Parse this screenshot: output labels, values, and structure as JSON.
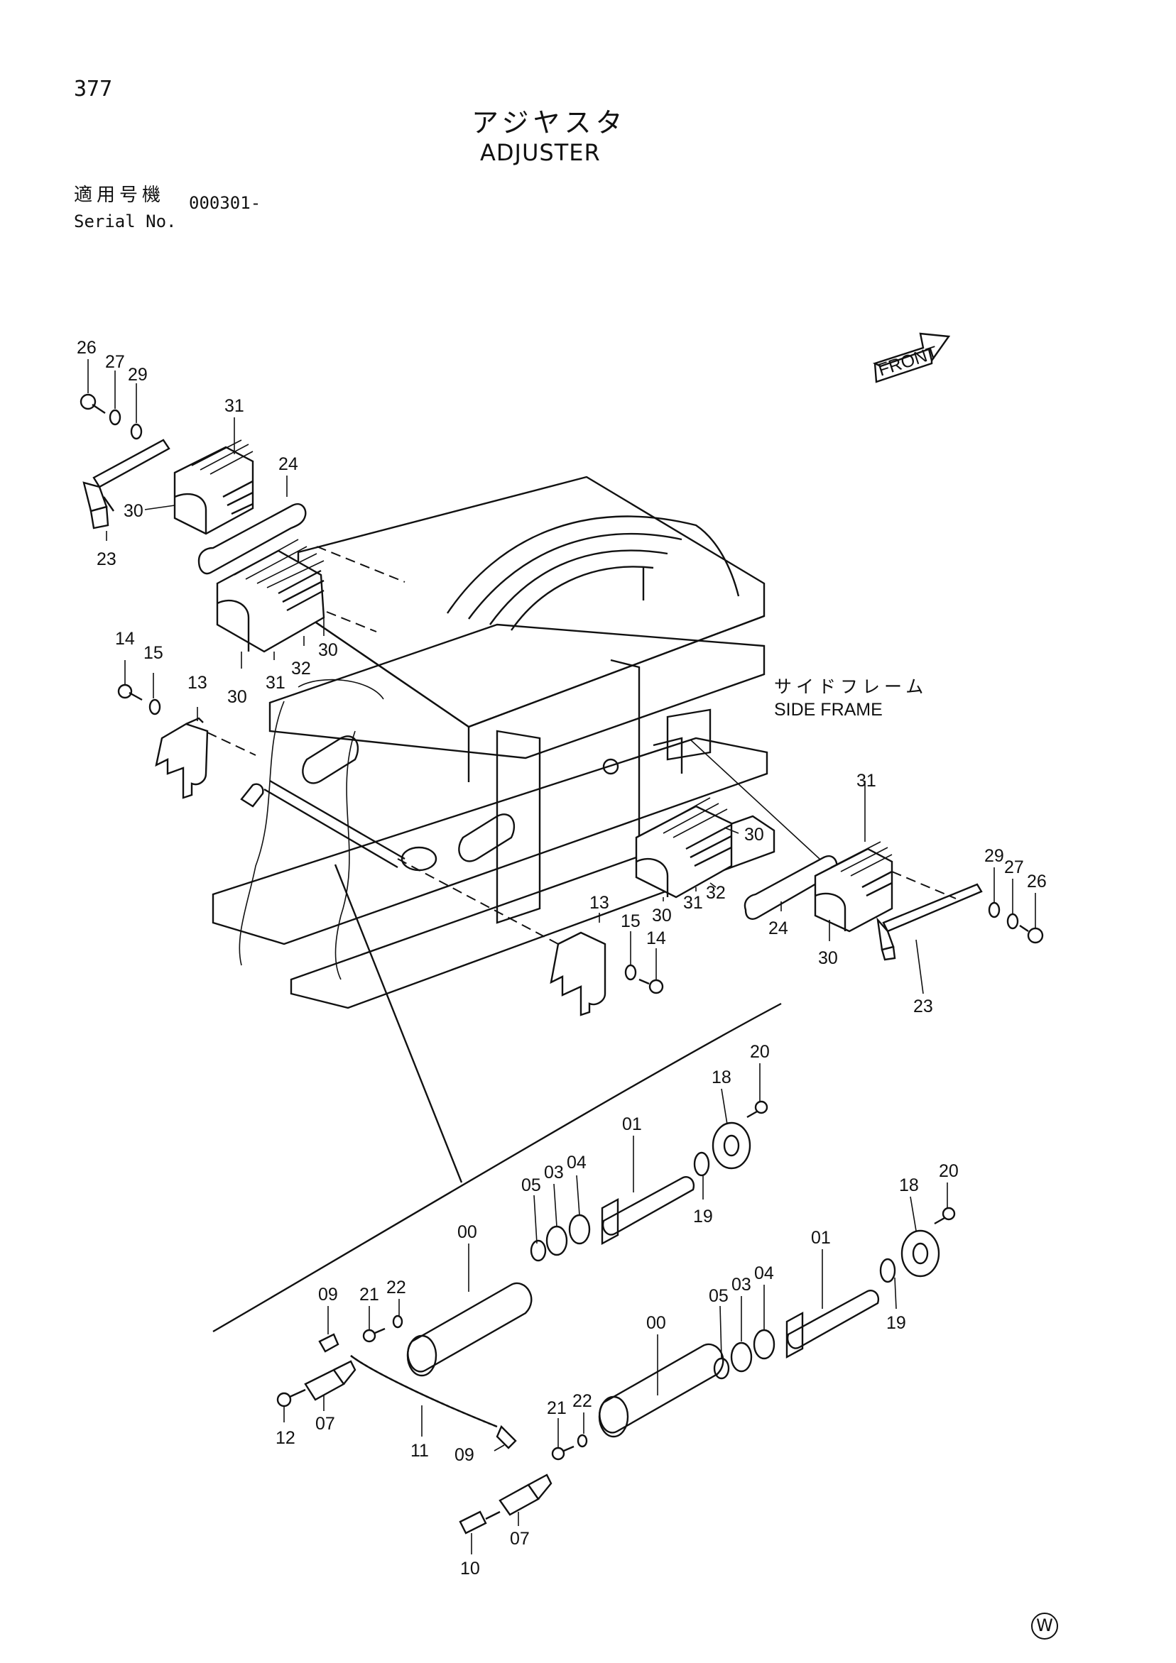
{
  "header": {
    "page_number": "377",
    "title_jp": "アジヤスタ",
    "title_en": "ADJUSTER",
    "serial_label_jp": "適用号機",
    "serial_label_en": "Serial No.",
    "serial_value": "000301-"
  },
  "annotations": {
    "front_label": "FRONT",
    "side_frame_jp": "サイドフレーム",
    "side_frame_en": "SIDE FRAME",
    "watermark": "W"
  },
  "callouts": {
    "c26a": "26",
    "c27a": "27",
    "c29a": "29",
    "c31a": "31",
    "c24a": "24",
    "c30a": "30",
    "c23a": "23",
    "c30b": "30",
    "c31b": "31",
    "c32a": "32",
    "c30c": "30",
    "c14a": "14",
    "c15a": "15",
    "c13a": "13",
    "c31c": "31",
    "c30d": "30",
    "c30e": "30",
    "c31d": "31",
    "c32b": "32",
    "c29b": "29",
    "c27b": "27",
    "c26b": "26",
    "c24b": "24",
    "c30f": "30",
    "c23b": "23",
    "c13b": "13",
    "c15b": "15",
    "c14b": "14",
    "c20a": "20",
    "c18a": "18",
    "c01a": "01",
    "c04a": "04",
    "c03a": "03",
    "c05a": "05",
    "c19a": "19",
    "c00a": "00",
    "c22a": "22",
    "c21a": "21",
    "c09a": "09",
    "c07a": "07",
    "c12a": "12",
    "c11a": "11",
    "c20b": "20",
    "c18b": "18",
    "c01b": "01",
    "c04b": "04",
    "c03b": "03",
    "c05b": "05",
    "c19b": "19",
    "c00b": "00",
    "c22b": "22",
    "c21b": "21",
    "c09b": "09",
    "c07b": "07",
    "c10a": "10"
  }
}
